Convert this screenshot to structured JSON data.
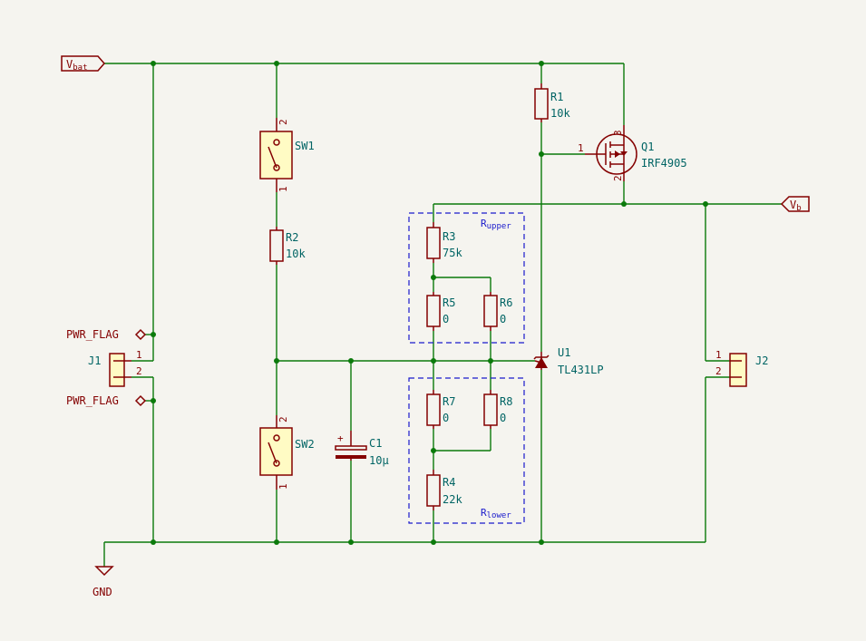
{
  "nets": {
    "vbat": "Vbat",
    "vbat_main": "V",
    "vbat_sub": "bat",
    "vb": "Vb",
    "vb_main": "V",
    "vb_sub": "b",
    "gnd": "GND",
    "pwr_flag": "PWR_FLAG"
  },
  "components": {
    "sw1": {
      "ref": "SW1",
      "pin_top": "2",
      "pin_bottom": "1"
    },
    "sw2": {
      "ref": "SW2",
      "pin_top": "2",
      "pin_bottom": "1"
    },
    "r1": {
      "ref": "R1",
      "value": "10k"
    },
    "r2": {
      "ref": "R2",
      "value": "10k"
    },
    "r3": {
      "ref": "R3",
      "value": "75k"
    },
    "r4": {
      "ref": "R4",
      "value": "22k"
    },
    "r5": {
      "ref": "R5",
      "value": "0"
    },
    "r6": {
      "ref": "R6",
      "value": "0"
    },
    "r7": {
      "ref": "R7",
      "value": "0"
    },
    "r8": {
      "ref": "R8",
      "value": "0"
    },
    "c1": {
      "ref": "C1",
      "value": "10µ",
      "polarity": "+"
    },
    "q1": {
      "ref": "Q1",
      "value": "IRF4905",
      "pin_gate": "1",
      "pin_drain": "2",
      "pin_source": "3"
    },
    "u1": {
      "ref": "U1",
      "value": "TL431LP"
    },
    "j1": {
      "ref": "J1",
      "pin1": "1",
      "pin2": "2"
    },
    "j2": {
      "ref": "J2",
      "pin1": "1",
      "pin2": "2"
    }
  },
  "blocks": {
    "upper": "Rupper",
    "upper_main": "R",
    "upper_sub": "upper",
    "lower": "Rlower",
    "lower_main": "R",
    "lower_sub": "lower"
  },
  "colors": {
    "background": "#f5f4ef",
    "wire": "#0b7a0b",
    "symbol": "#840000",
    "symbol_fill": "#fffbc4",
    "reference": "#006464",
    "annotation_box": "#1a1acc"
  }
}
